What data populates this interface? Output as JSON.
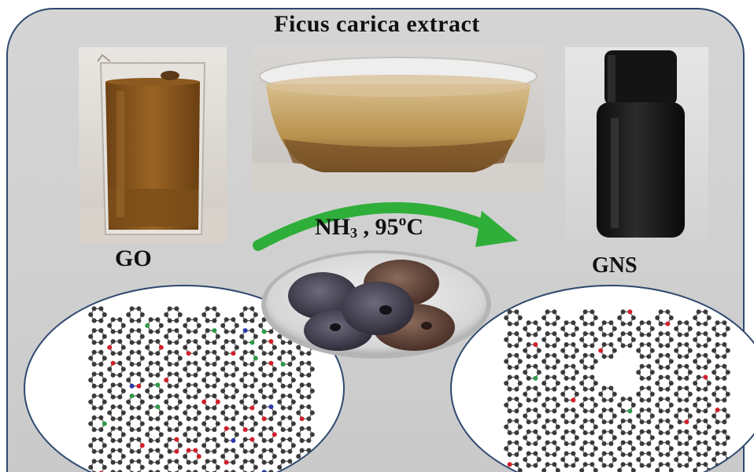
{
  "title": "Ficus carica extract",
  "labels": {
    "go": "GO",
    "gns": "GNS",
    "condition_main": "NH",
    "condition_sub": "3",
    "condition_tail": " , 95ºC"
  },
  "colors": {
    "frame_border": "#30486f",
    "arrow": "#2fae3a",
    "carbon_atom": "#3a3a3a",
    "oxygen_atom": "#d0202a",
    "nitrogen_atom": "#2a3aa8",
    "functional_group": "#2e9a48",
    "go_liquid": "#8a5a20",
    "gns_liquid": "#1a1a1a"
  },
  "icons": {
    "arrow": "curved-arrow-icon"
  }
}
